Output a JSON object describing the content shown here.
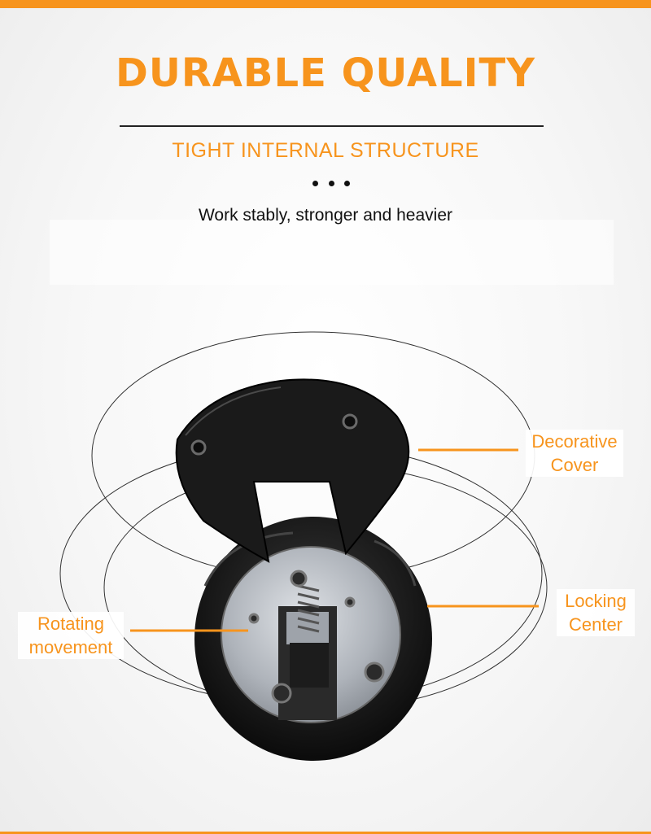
{
  "header": {
    "title": "DURABLE QUALITY",
    "subtitle": "TIGHT INTERNAL STRUCTURE",
    "tagline": "Work stably, stronger and heavier"
  },
  "callouts": {
    "decorative_cover": {
      "line1": "Decorative",
      "line2": "Cover"
    },
    "locking_center": {
      "line1": "Locking",
      "line2": "Center"
    },
    "rotating_movement": {
      "line1": "Rotating",
      "line2": "movement"
    }
  },
  "colors": {
    "accent": "#f7941d",
    "text": "#111111",
    "product_dark": "#1a1a1a",
    "metal": "#b8bcc2"
  },
  "icons": [
    "ellipsis-dots-icon"
  ]
}
